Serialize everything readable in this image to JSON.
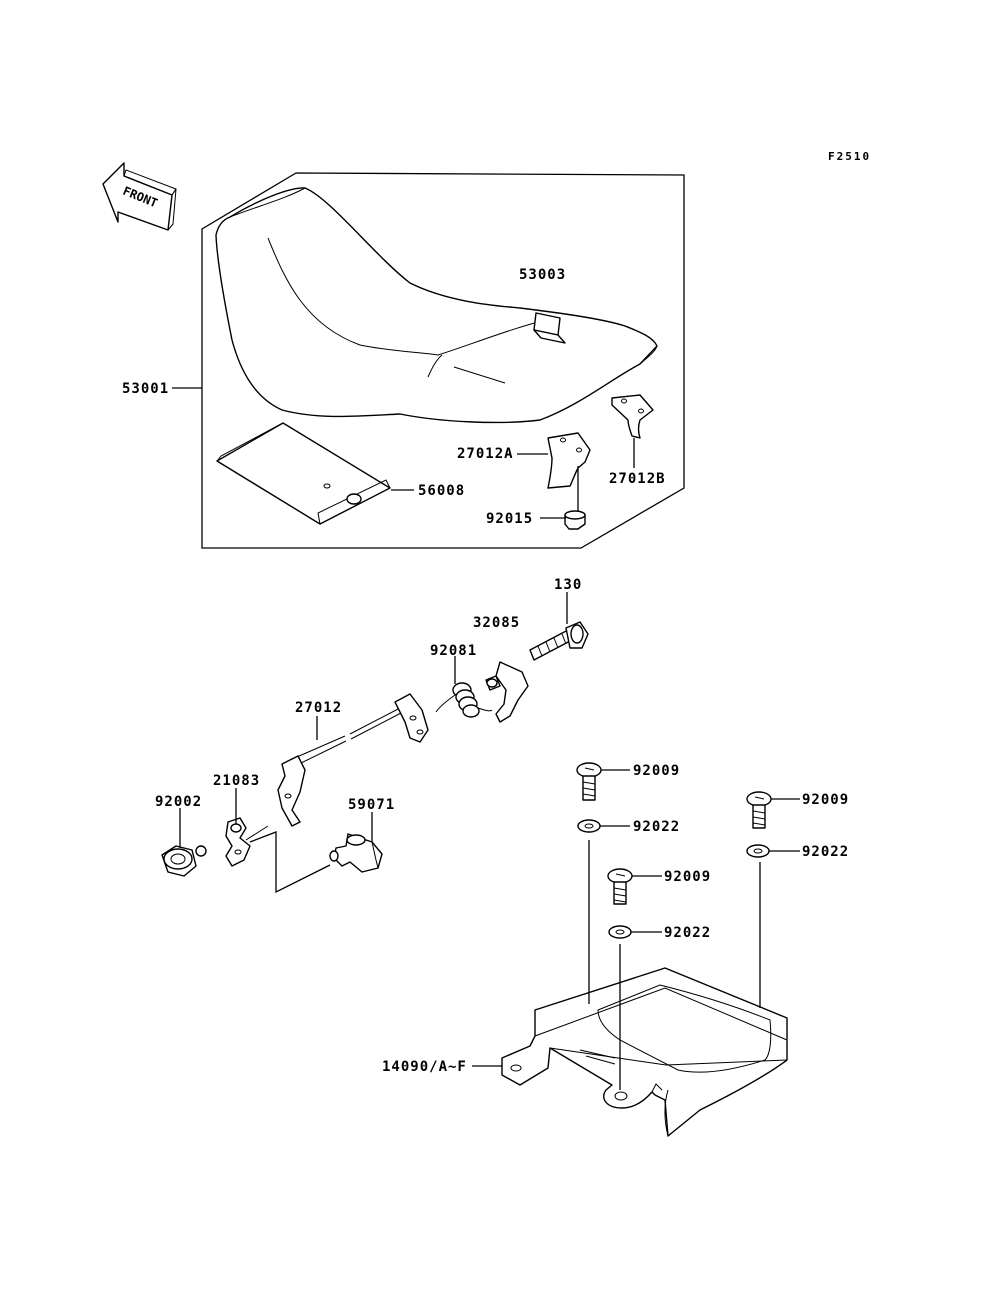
{
  "diagram": {
    "code": "F2510",
    "front_label": "FRONT",
    "labels": {
      "p53003": "53003",
      "p53001": "53001",
      "p27012A": "27012A",
      "p27012B": "27012B",
      "p56008": "56008",
      "p92015": "92015",
      "p130": "130",
      "p32085": "32085",
      "p92081": "92081",
      "p27012": "27012",
      "p21083": "21083",
      "p92002": "92002",
      "p59071": "59071",
      "p92009a": "92009",
      "p92022a": "92022",
      "p92009b": "92009",
      "p92022b": "92022",
      "p92009c": "92009",
      "p92022c": "92022",
      "p14090": "14090/A~F"
    }
  }
}
